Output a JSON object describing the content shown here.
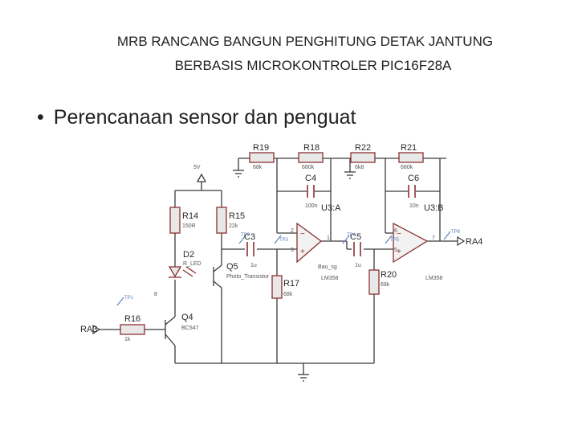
{
  "title": {
    "line1": "MRB RANCANG BANGUN PENGHITUNG DETAK JANTUNG",
    "line2": "BERBASIS MICROKONTROLER PIC16F28A"
  },
  "bullet": {
    "text": "Perencanaan sensor dan penguat"
  },
  "schematic": {
    "labels": {
      "r19": "R19",
      "r19v": "68k",
      "r18": "R18",
      "r18v": "680k",
      "r22": "R22",
      "r22v": "6k8",
      "r21": "R21",
      "r21v": "680k",
      "c4": "C4",
      "c4v": "100n",
      "c6": "C6",
      "c6v": "10n",
      "u3a": "U3:A",
      "u3b": "U3:B",
      "r14": "R14",
      "r14v": "150R",
      "r15": "R15",
      "r15v": "22k",
      "d2": "D2",
      "d2v": "R_LED",
      "q5": "Q5",
      "q5v": "Photo_Transistor",
      "c3": "C3",
      "c3v": "1u",
      "c5": "C5",
      "c5v": "1u",
      "r17": "R17",
      "r17v": "68k",
      "r20": "R20",
      "r20v": "68k",
      "r16": "R16",
      "r16v": "1k",
      "q4": "Q4",
      "q4v": "BC547",
      "ra3": "RA3",
      "ra4": "RA4",
      "vcc": "5V",
      "bau": "Bau_sg",
      "lm358a": "LM358",
      "lm358b": "LM358",
      "tp1": "TP1",
      "tp2": "TP2",
      "tp3": "TP3",
      "tp4": "TP4",
      "tp5": "TP5",
      "tp6": "TP6",
      "p2": "2",
      "p3": "3",
      "p1": "1",
      "p6": "6",
      "p5": "5",
      "p7": "7",
      "p8": "8"
    },
    "colors": {
      "wire": "#3a3a3a",
      "component": "#8a2f2f",
      "probe": "#5b7fb5"
    }
  }
}
